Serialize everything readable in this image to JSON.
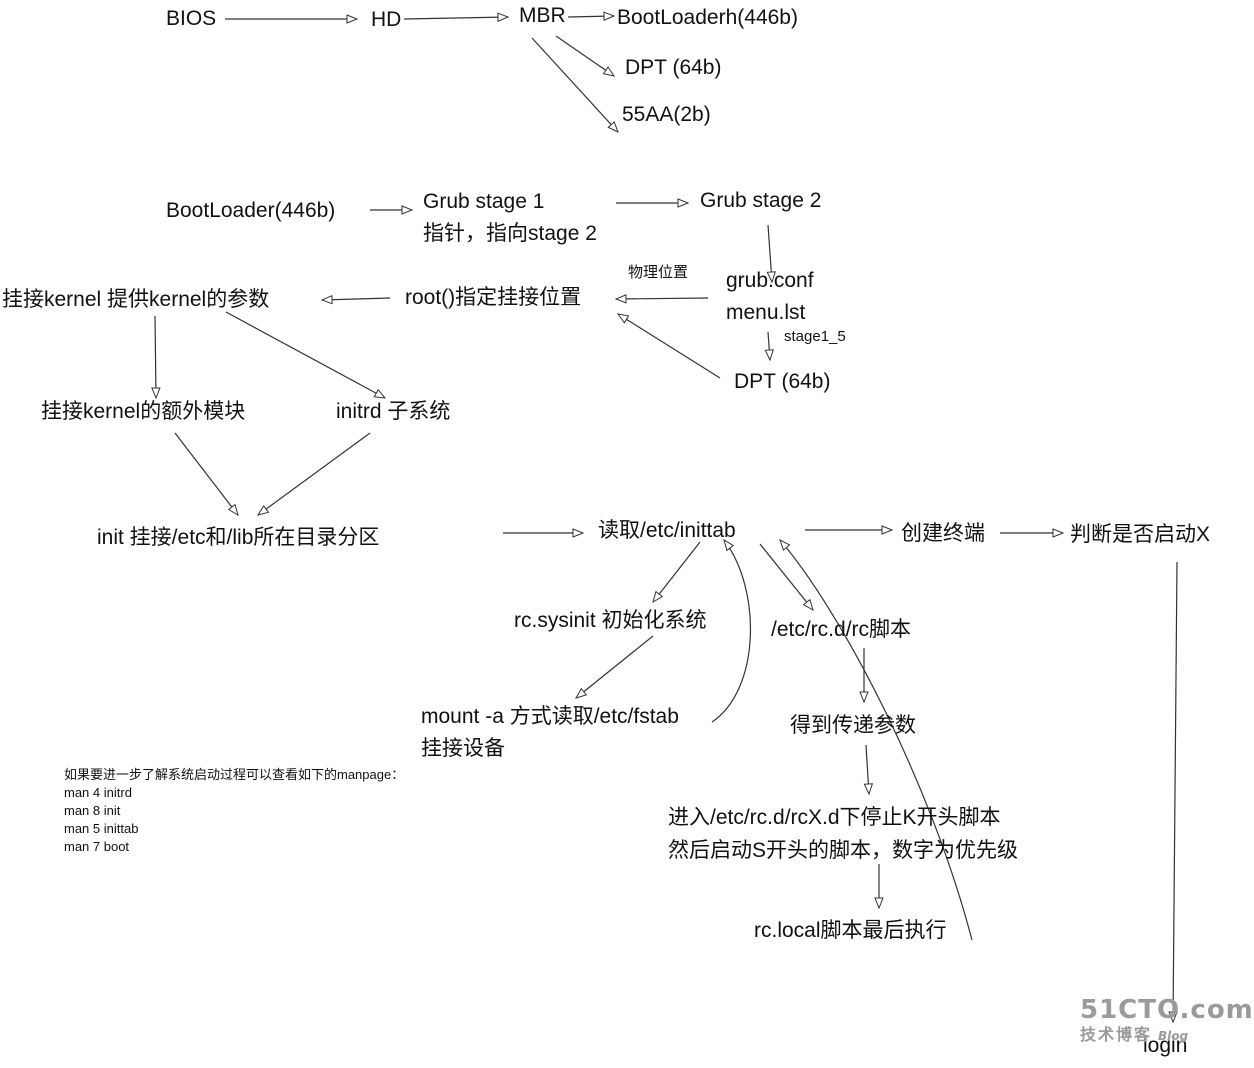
{
  "nodes": {
    "bios": "BIOS",
    "hd": "HD",
    "mbr": "MBR",
    "bootloaderh": "BootLoaderh(446b)",
    "dpt_top": "DPT (64b)",
    "aa55": "55AA(2b)",
    "bootloader": "BootLoader(446b)",
    "grub1_line1": "Grub stage 1",
    "grub1_line2": "指针，指向stage 2",
    "grub2": "Grub stage 2",
    "physical_pos": "物理位置",
    "grub_conf": "grub.conf",
    "menu_lst": "menu.lst",
    "stage15": "stage1_5",
    "dpt_mid": "DPT (64b)",
    "root_mount": "root()指定挂接位置",
    "mount_kernel": "挂接kernel 提供kernel的参数",
    "kernel_modules": "挂接kernel的额外模块",
    "initrd": "initrd 子系统",
    "init_mount": "init 挂接/etc和/lib所在目录分区",
    "read_inittab": "读取/etc/inittab",
    "create_terminal": "创建终端",
    "check_x": "判断是否启动X",
    "rc_sysinit": "rc.sysinit 初始化系统",
    "rc_script": "/etc/rc.d/rc脚本",
    "mount_fstab_line1": "mount -a 方式读取/etc/fstab",
    "mount_fstab_line2": "挂接设备",
    "get_params": "得到传递参数",
    "rcx_line1": "进入/etc/rc.d/rcX.d下停止K开头脚本",
    "rcx_line2": "然后启动S开头的脚本，数字为优先级",
    "rc_local": "rc.local脚本最后执行",
    "login": "login"
  },
  "note": {
    "line1": "如果要进一步了解系统启动过程可以查看如下的manpage：",
    "line2": "man 4 initrd",
    "line3": "man 8 init",
    "line4": "man 5 inittab",
    "line5": "man 7 boot"
  },
  "watermark": {
    "brand": "51CTO.com",
    "sub": "技术博客",
    "blog": "Blog"
  },
  "colors": {
    "line": "#333333",
    "text": "#111111",
    "watermark": "#9a9a9a"
  }
}
